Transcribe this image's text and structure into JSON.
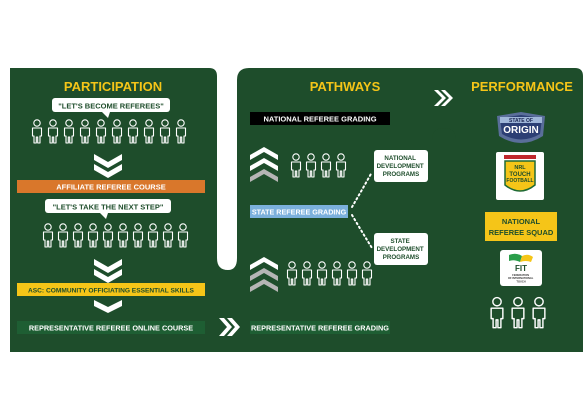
{
  "colors": {
    "green": "#1e4d2b",
    "yellow": "#f5c518",
    "orange": "#d9772b",
    "light_blue": "#7bb0dc",
    "dark_green_bar": "#1e5e33",
    "black": "#000000",
    "white": "#ffffff",
    "chevron_grey": "#b5b5b5"
  },
  "participation": {
    "heading": "PARTICIPATION",
    "bubble_1": "\"LET'S BECOME REFEREES\"",
    "affiliate_course": "AFFILIATE REFEREE COURSE",
    "bubble_2": "\"LET'S TAKE THE NEXT STEP\"",
    "asc_course": "ASC: COMMUNITY OFFICIATING ESSENTIAL SKILLS",
    "online_course": "REPRESENTATIVE REFEREE ONLINE COURSE"
  },
  "pathways": {
    "heading": "PATHWAYS",
    "national_grading": "NATIONAL REFEREE GRADING",
    "national_programs": [
      "NATIONAL",
      "DEVELOPMENT",
      "PROGRAMS"
    ],
    "state_grading": "STATE REFEREE GRADING",
    "state_programs": [
      "STATE",
      "DEVELOPMENT",
      "PROGRAMS"
    ],
    "representative_grading": "REPRESENTATIVE REFEREE GRADING"
  },
  "performance": {
    "heading": "PERFORMANCE",
    "logo_origin": [
      "STATE OF",
      "ORIGIN"
    ],
    "logo_ntf_brand": "NRL",
    "logo_ntf": [
      "TOUCH",
      "FOOTBALL"
    ],
    "national_squad": [
      "NATIONAL",
      "REFEREE SQUAD"
    ],
    "logo_fit_brand": "FIT",
    "logo_fit_text": [
      "FEDERATION",
      "OF INTERNATIONAL",
      "TOUCH"
    ]
  }
}
